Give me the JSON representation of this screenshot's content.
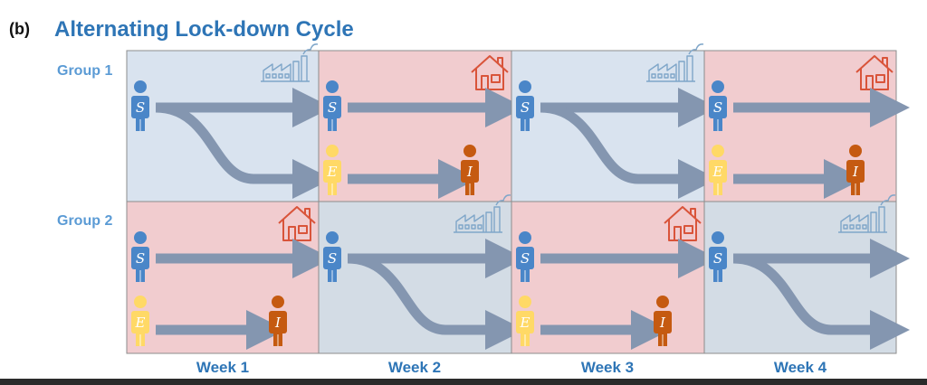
{
  "panel_letter": "(b)",
  "title": "Alternating Lock-down Cycle",
  "groups": [
    "Group 1",
    "Group 2"
  ],
  "weeks": [
    "Week 1",
    "Week 2",
    "Week 3",
    "Week 4"
  ],
  "compartments": {
    "susceptible": "S",
    "exposed": "E",
    "infected": "I"
  },
  "schedule": [
    [
      "work",
      "home",
      "work",
      "home"
    ],
    [
      "home",
      "work",
      "home",
      "work"
    ]
  ],
  "icons": {
    "work": "factory-icon",
    "home": "house-icon"
  },
  "colors": {
    "work_bg": "#d9e3ef",
    "work_bg_alt": "#d3dce5",
    "home_bg": "#f1cccf",
    "cell_border": "#8c8c8c",
    "susceptible": "#4a86c8",
    "exposed": "#ffd966",
    "infected": "#c55a11",
    "arrow": "#8496b0",
    "factory_line": "#7fa6c9",
    "house_line": "#d9543a"
  }
}
